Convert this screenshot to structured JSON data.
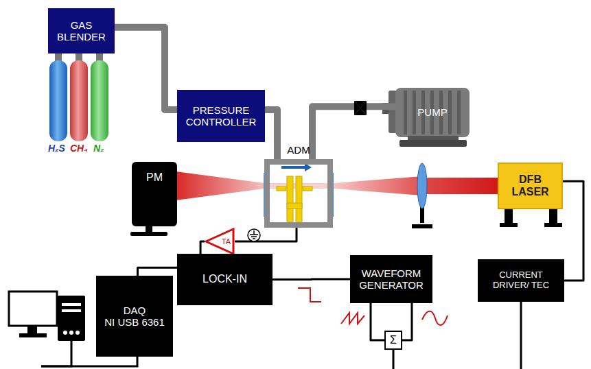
{
  "diagram": {
    "nodes": [
      {
        "text": [
          "GAS BLENDER"
        ]
      },
      {
        "text": [
          "PRESSURE CONTROLLER"
        ]
      },
      {
        "text": [
          "ADM"
        ]
      },
      {
        "text": [
          "PUMP"
        ]
      },
      {
        "text": [
          "PM"
        ]
      },
      {
        "text": [
          "DFB LASER"
        ]
      },
      {
        "text": [
          "TA"
        ]
      },
      {
        "text": [
          "LOCK-IN"
        ]
      },
      {
        "text": [
          "WAVEFORM GENERATOR"
        ]
      },
      {
        "text": [
          "CURRENT DRIVER/ TEC"
        ]
      },
      {
        "text": [
          "DAQ",
          "NI USB 6361"
        ]
      },
      {
        "text": [
          "Σ"
        ]
      }
    ],
    "edges": [
      {
        "from": 0,
        "to": 1,
        "arrow": "none"
      },
      {
        "from": 1,
        "to": 2,
        "arrow": "none"
      },
      {
        "from": 2,
        "to": 3,
        "arrow": "none"
      },
      {
        "from": 2,
        "to": 6,
        "arrow": "none"
      },
      {
        "from": 6,
        "to": 7,
        "arrow": "none"
      },
      {
        "from": 7,
        "to": 10,
        "arrow": "none"
      },
      {
        "from": 8,
        "to": 7,
        "arrow": "none"
      },
      {
        "from": 8,
        "to": 11,
        "arrow": "none"
      },
      {
        "from": 8,
        "to": 11,
        "arrow": "none"
      },
      {
        "from": 5,
        "to": 9,
        "arrow": "none"
      }
    ],
    "labels": [
      "H₂S",
      "CH₄",
      "N₂"
    ]
  }
}
